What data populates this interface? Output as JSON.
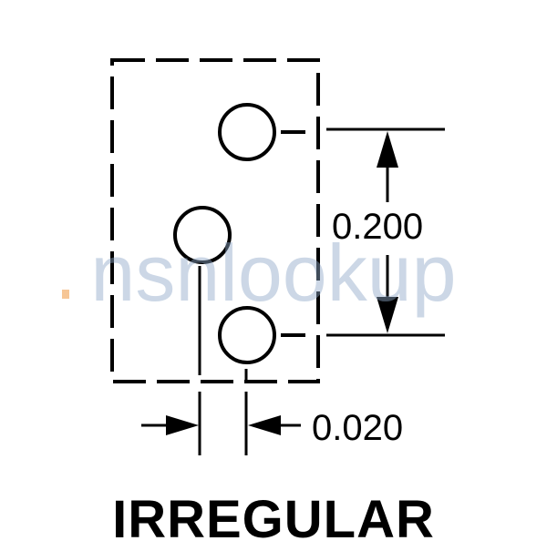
{
  "diagram": {
    "dimension_vertical": "0.200",
    "dimension_horizontal": "0.020",
    "caption": "IRREGULAR"
  },
  "watermark": {
    "text": "nsnlookup",
    "color": "#8fa8c8",
    "dot_color": "#f0a050"
  },
  "colors": {
    "line": "#000000",
    "background": "#ffffff"
  }
}
